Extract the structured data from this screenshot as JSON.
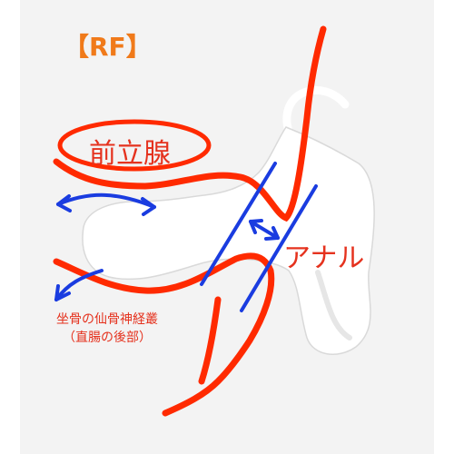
{
  "labels": {
    "tag": "【RF】",
    "prostate": "前立腺",
    "anal": "アナル",
    "nerve_line1": "坐骨の仙骨神経叢",
    "nerve_line2": "（直腸の後部）"
  },
  "colors": {
    "red_line": "#ff2a00",
    "blue_line": "#1a3ce0",
    "label_red": "#e5321e",
    "tag_orange": "#f07a1a",
    "device_white": "#ffffff"
  }
}
